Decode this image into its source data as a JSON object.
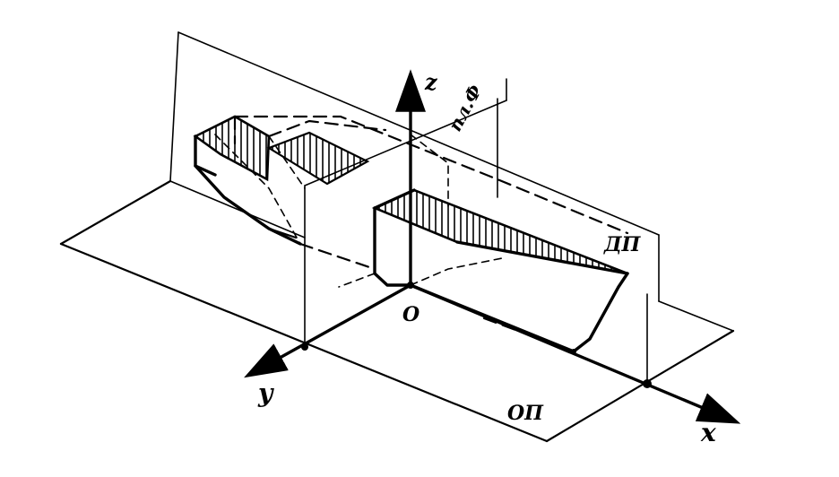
{
  "labels": {
    "axis_x": "x",
    "axis_y": "y",
    "axis_z": "z",
    "origin": "O",
    "baseline_plane": "ОП",
    "centerline_plane": "ДП",
    "midship_plane": "пл.Ф"
  },
  "colors": {
    "ink": "#000000",
    "paper": "#ffffff"
  }
}
